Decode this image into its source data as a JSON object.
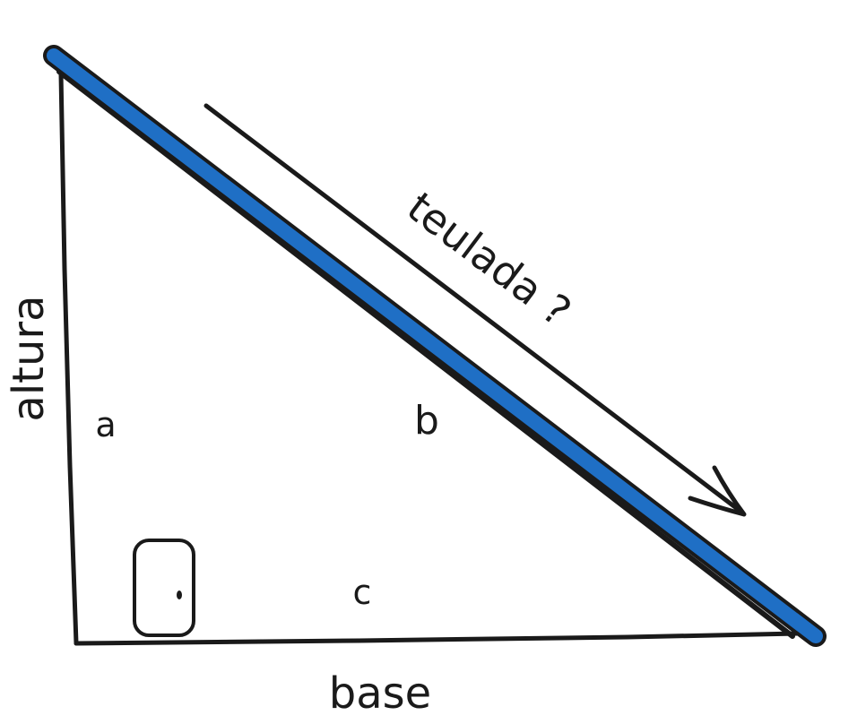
{
  "labels": {
    "altura": "altura",
    "base": "base",
    "teulada": "teulada ?",
    "side_a": "a",
    "side_b": "b",
    "side_c": "c"
  },
  "colors": {
    "ink": "#1a1a1a",
    "roof": "#1f6fc5",
    "background": "#ffffff"
  },
  "icons": {
    "door": "door-icon",
    "arrow": "arrow-icon"
  }
}
